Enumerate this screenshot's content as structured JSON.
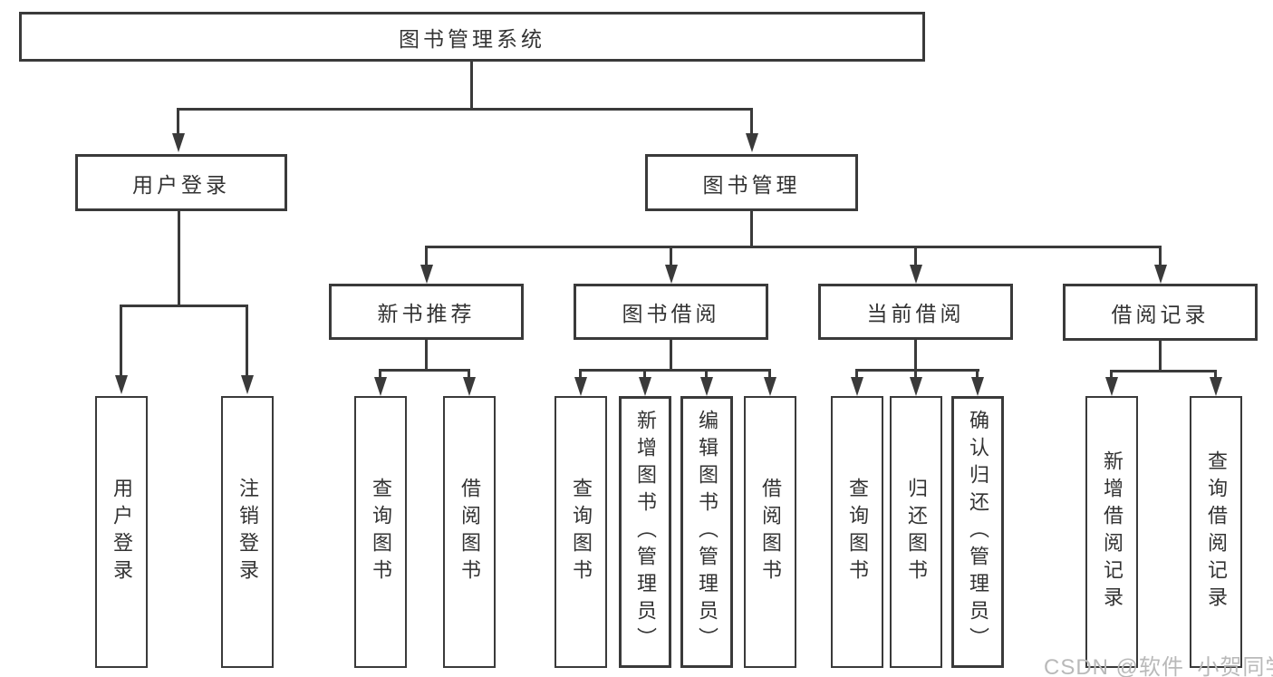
{
  "colors": {
    "background": "#ffffff",
    "line": "#3a3a3a",
    "box_border": "#3a3a3a",
    "text": "#333333",
    "watermark": "#b9b9b9"
  },
  "diagram": {
    "title": "图书管理系统",
    "nodes": {
      "user_login": "用户登录",
      "book_mgmt": "图书管理",
      "new_books": "新书推荐",
      "book_borrow": "图书借阅",
      "current_borrow": "当前借阅",
      "borrow_records": "借阅记录"
    },
    "leaves": {
      "user_login_1": "用户登录",
      "user_login_2": "注销登录",
      "new_books_1": "查询图书",
      "new_books_2": "借阅图书",
      "book_borrow_1": "查询图书",
      "book_borrow_2": "新增图书（管理员）",
      "book_borrow_3": "编辑图书（管理员）",
      "book_borrow_4": "借阅图书",
      "current_borrow_1": "查询图书",
      "current_borrow_2": "归还图书",
      "current_borrow_3": "确认归还（管理员）",
      "borrow_records_1": "新增借阅记录",
      "borrow_records_2": "查询借阅记录"
    }
  },
  "watermark": "CSDN @软件_小贺同学"
}
